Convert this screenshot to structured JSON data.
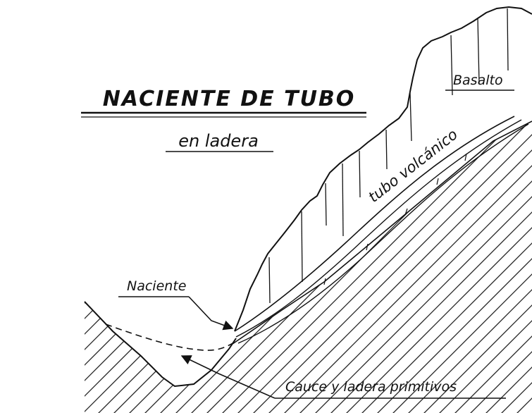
{
  "title": "NACIENTE DE TUBO",
  "subtitle": "en ladera",
  "labels": {
    "basalt": "Basalto",
    "tube": "tubo volcánico",
    "spring": "Naciente",
    "old_channel": "Cauce y ladera primitivos"
  }
}
